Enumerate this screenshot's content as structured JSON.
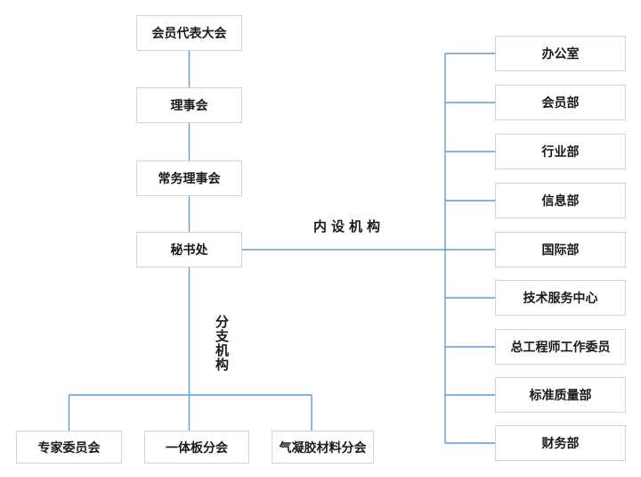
{
  "colors": {
    "line": "#5b9bd5",
    "box_border": "#d4d4d4",
    "box_bg": "#ffffff",
    "text": "#1a1a1a",
    "page_bg": "#ffffff"
  },
  "org_chart": {
    "hierarchy": [
      {
        "label": "会员代表大会"
      },
      {
        "label": "理事会"
      },
      {
        "label": "常务理事会"
      },
      {
        "label": "秘书处"
      }
    ],
    "internal_group_label": "内设机构",
    "internal_departments": [
      {
        "label": "办公室"
      },
      {
        "label": "会员部"
      },
      {
        "label": "行业部"
      },
      {
        "label": "信息部"
      },
      {
        "label": "国际部"
      },
      {
        "label": "技术服务中心"
      },
      {
        "label": "总工程师工作委员"
      },
      {
        "label": "标准质量部"
      },
      {
        "label": "财务部"
      }
    ],
    "branch_group_label": "分支机构",
    "branches": [
      {
        "label": "专家委员会"
      },
      {
        "label": "一体板分会"
      },
      {
        "label": "气凝胶材料分会"
      }
    ]
  }
}
